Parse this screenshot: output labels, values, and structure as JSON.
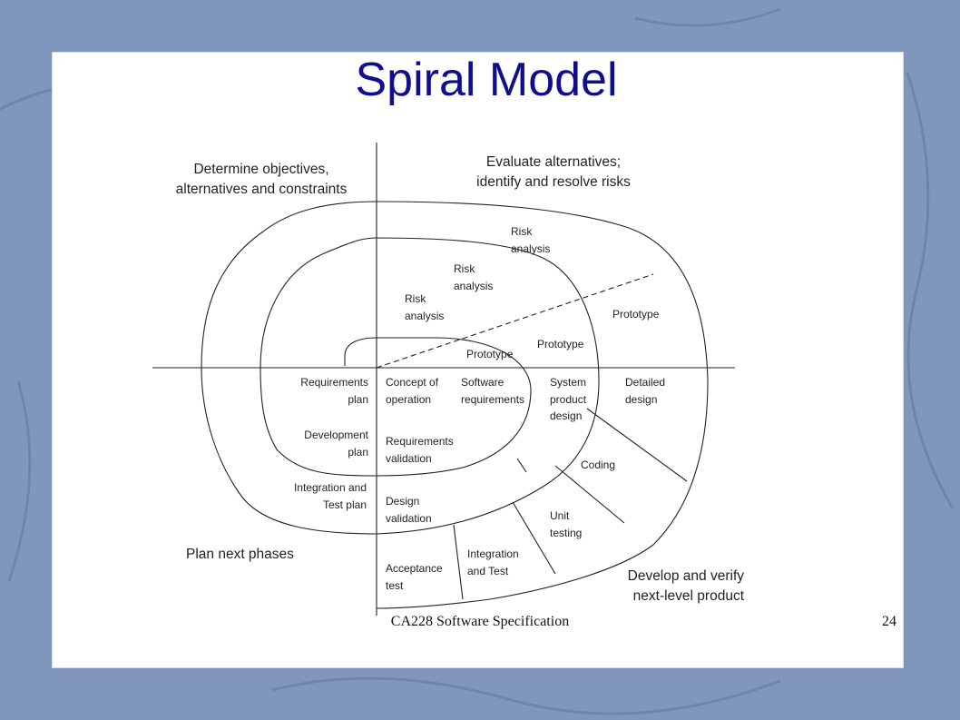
{
  "slide": {
    "title": "Spiral Model",
    "footer_course": "CA228 Software Specification",
    "page_number": "24"
  },
  "quadrants": {
    "top_left": "Determine objectives,\nalternatives and constraints",
    "top_right": "Evaluate alternatives;\nidentify and resolve risks",
    "bottom_left": "Plan next phases",
    "bottom_right": "Develop and verify\nnext-level product"
  },
  "risk_labels": [
    "Risk\nanalysis",
    "Risk\nanalysis",
    "Risk\nanalysis"
  ],
  "prototype_labels": [
    "Prototype",
    "Prototype",
    "Prototype"
  ],
  "plan_labels": [
    "Requirements\nplan",
    "Development\nplan",
    "Integration and\nTest  plan"
  ],
  "develop_labels": [
    "Concept of\noperation",
    "Software\nrequirements",
    "System\nproduct\ndesign",
    "Detailed\ndesign",
    "Requirements\nvalidation",
    "Design\nvalidation",
    "Coding",
    "Unit\ntesting",
    "Integration\nand Test",
    "Acceptance\ntest"
  ],
  "colors": {
    "background": "#7f93b8",
    "title": "#0f0f8c"
  }
}
